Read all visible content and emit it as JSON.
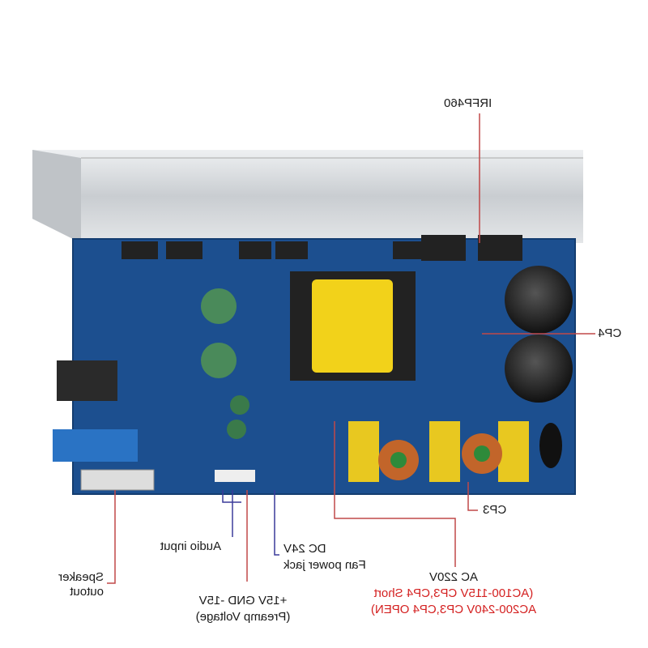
{
  "labels": {
    "irfp460": "IRFP460",
    "cp4": "CP4",
    "cp3": "CP3",
    "audio_input": "Audio input",
    "dc24v": "DC 24V",
    "fan_power_jack": "Fan power jack",
    "speaker_line1": "Speaker",
    "speaker_line2": "outout",
    "preamp_line1": "+15V GND -15V",
    "preamp_line2": "(Preamp Voltage)",
    "ac220v": "AC 220V",
    "ac_note_line1": "(AC100-115V  CP3,CP4 Short",
    "ac_note_line2": "AC200-240V  CP3,CP4 OPEN)"
  },
  "colors": {
    "pcb": "#1c4f8f",
    "heatsink": "#d9dcdf",
    "transformer": "#f2d21a",
    "red_text": "#d42020",
    "blue_line": "#3a3a9a",
    "red_line": "#c04848"
  }
}
